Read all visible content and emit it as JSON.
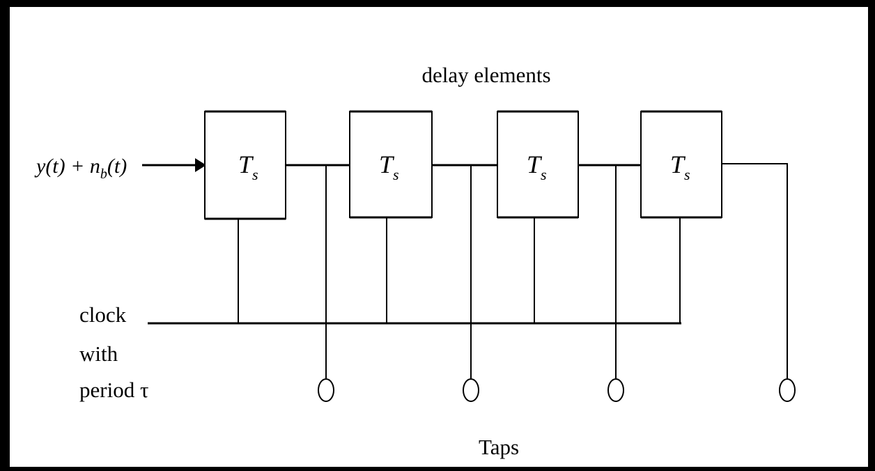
{
  "diagram": {
    "title": "delay elements",
    "input_signal": {
      "y_part": "y(t) + n",
      "subscript": "b",
      "tail": "(t)"
    },
    "delay_label": {
      "base": "T",
      "subscript": "s"
    },
    "delay_element_count": 4,
    "clock_label": {
      "line1": "clock",
      "line2": "with",
      "line3": "period τ"
    },
    "taps_label": "Taps",
    "colors": {
      "background": "#ffffff",
      "frame": "#000000",
      "ink": "#000000"
    }
  }
}
